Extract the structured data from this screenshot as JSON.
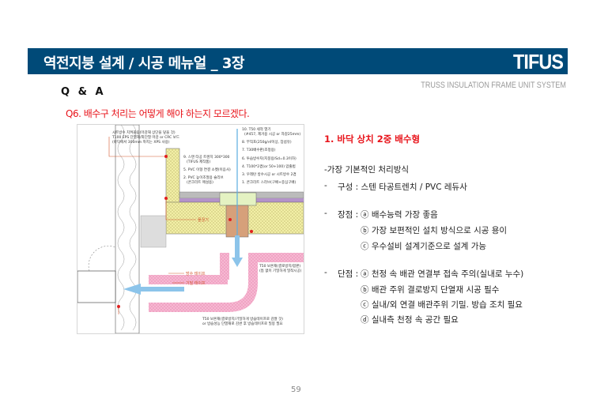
{
  "header": {
    "title": "역전지붕 설계 / 시공 메뉴얼 _ 3장",
    "logo": "TIFUS",
    "tagline": "TRUSS INSULATION FRAME UNIT SYSTEM"
  },
  "section_label": "Q & A",
  "question": "Q6. 배수구 처리는 어떻게 해야 하는지 모르겠다.",
  "diagram": {
    "labels_left": [
      "시트방수 치켜올림(마감재 상단을 덮을 것)",
      "T100 EPS 단열재/외단열 마감 or CRC 보드",
      "(바닥에서 300mm 까지는 XPS 사용)"
    ],
    "labels_mid": [
      "9. 스텐 타공 트렌치 300*300",
      "(TIFUS 제작품)",
      "5. PVC 이형 연결 소켓(이음사)",
      "2. PVC 높이조절용 슬리브",
      "(콘크리트 매설용)"
    ],
    "labels_right": [
      "10. T50 세척 열기",
      "(#457, 제거용 시공 or 자갈25mm)",
      "8. 부직포(250g/㎡이상, 장섬유)",
      "7. T30배수판(조정용)",
      "6. 투습방수지(지붕용/Sd=0.3이하)",
      "4. T100*2겹(or 50+100) 압출법",
      "3. 우레탄 방수시공 or 시트방수 2겹",
      "1. 콘크리트 스라브(구배+중심구배)"
    ],
    "label_drip": "물끊기",
    "label_tape1": "방수 테이프",
    "label_tape2": "기밀 테이프",
    "label_t50_right": [
      "T50 보온재(결로방지/합판)",
      "(틈 없이 기밀하게 밀착시공)"
    ],
    "label_t50_bottom": [
      "T50 보온재(결로방지/기밀하게 방습테이프로 감쌀 것)",
      "or 방습성능 단열재로 감싼 후 방습테이프로 밀봉 필요"
    ],
    "colors": {
      "insulation": "#f2efa6",
      "pipe_insulation": "#f6b8d2",
      "drain": "#d6a07a",
      "arrow": "#5aaee0",
      "callout": "#d2582f"
    }
  },
  "answer": {
    "title": "1. 바닥 상치 2중 배수형",
    "intro": "-가장 기본적인 처리방식",
    "composition_dash": "-",
    "composition_label": "구성 : 스텐 타공트렌치 / PVC 레듀사",
    "pros_dash": "-",
    "pros_label": "장점 :",
    "pros": [
      "ⓐ 배수능력 가장 좋음",
      "ⓑ 가장 보편적인 설치 방식으로 시공 용이",
      "ⓒ 우수설비 설계기준으로 설계 가능"
    ],
    "cons_dash": "-",
    "cons_label": "단점 :",
    "cons": [
      "ⓐ 천정 속 배관 연결부 접속 주의(실내로 누수)",
      "ⓑ 배관 주위 결로방지 단열재 시공 필수",
      "ⓒ 실내/외 연결 배관주위 기밀. 방습 조치 필요",
      "ⓓ 실내측 천정 속 공간 필요"
    ]
  },
  "page_number": "59"
}
